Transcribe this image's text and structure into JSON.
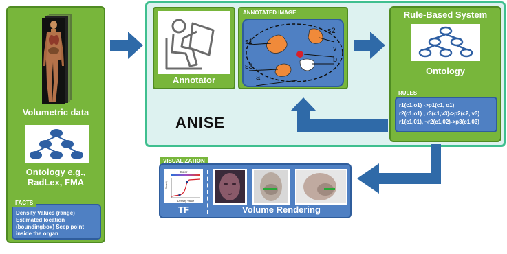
{
  "left_panel": {
    "volumetric_label": "Volumetric data",
    "ontology_label": "Ontology e.g., RadLex, FMA",
    "facts_tag": "FACTS",
    "facts_text": "Density Values (range) Estimated location (boundingbox) Seep point inside the organ"
  },
  "anise": {
    "title": "ANISE",
    "annotator_label": "Annotator",
    "annotated_image_tag": "ANNOTATED IMAGE",
    "image_labels": [
      "s1",
      "s2",
      "s3",
      "v",
      "b",
      "a"
    ]
  },
  "rule_system": {
    "title": "Rule-Based System",
    "ontology_label": "Ontology",
    "rules_tag": "RULES",
    "rules": [
      "r1(c1,o1) ->p1(c1, o1)",
      "r2(c1,o1) , r3(c1,v3)->p2(c2, v3)",
      "r1(c1,01), ¬r2(c1,02)->p3(c1,03)"
    ]
  },
  "visualization": {
    "tag": "VISUALIZATION",
    "tf_label": "TF",
    "volume_label": "Volume Rendering",
    "tf_chart_title": "Color",
    "tf_ylabel": "Opacity",
    "tf_xlabel": "Density Value"
  },
  "colors": {
    "green": "#78b63b",
    "blue": "#4f80c3",
    "arrow_blue": "#2f6aa8",
    "frame_teal": "#3fbf8f"
  }
}
